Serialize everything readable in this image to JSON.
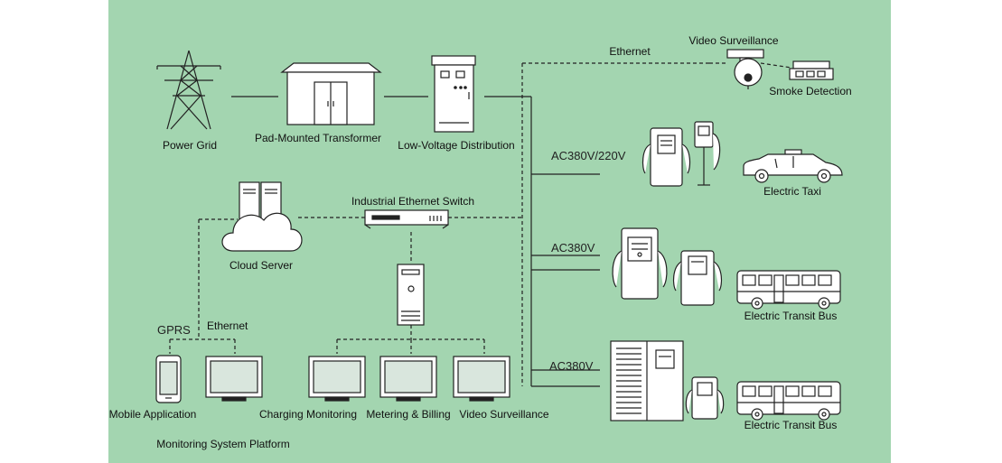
{
  "colors": {
    "panel": "#a3d5b0",
    "line": "#222222",
    "fill": "#ffffff",
    "screen": "#d9e6dd"
  },
  "nodes": {
    "power_grid": "Power Grid",
    "transformer": "Pad-Mounted Transformer",
    "distribution": "Low-Voltage Distribution",
    "cloud_server": "Cloud Server",
    "ethernet_switch": "Industrial Ethernet Switch",
    "video_surveillance_cam": "Video Surveillance",
    "smoke_detection": "Smoke Detection",
    "electric_taxi": "Electric Taxi",
    "transit_bus_1": "Electric Transit Bus",
    "transit_bus_2": "Electric Transit Bus",
    "mobile_app": "Mobile Application",
    "charging_monitoring": "Charging Monitoring",
    "metering_billing": "Metering & Billing",
    "video_surveillance_screen": "Video Surveillance",
    "platform": "Monitoring System Platform"
  },
  "links": {
    "ethernet_top": "Ethernet",
    "ac_taxi": "AC380V/220V",
    "ac_bus1": "AC380V",
    "ac_bus2": "AC380V",
    "gprs": "GPRS",
    "ethernet_bottom": "Ethernet"
  }
}
